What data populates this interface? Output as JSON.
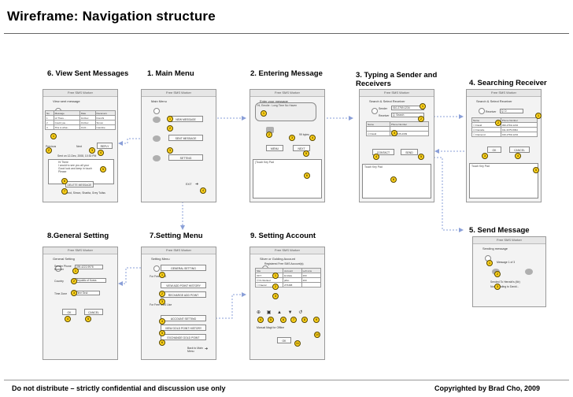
{
  "title": "Wireframe: Navigation structure",
  "footer": {
    "left": "Do not distribute – strictly confidential and discussion use only",
    "right": "Copyrighted by   Brad Cho, 2009"
  },
  "colors": {
    "marker": "#ffd21a",
    "arrow": "#8a9fd8"
  },
  "app_title": "Free SMS Worker",
  "screens": {
    "view_sent": {
      "label": "6. View Sent Messages",
      "menu_title": "View sent message",
      "table_headers": [
        "No",
        "Message",
        "Date",
        "Receivers"
      ],
      "rows": [
        [
          "1",
          "Hi There...",
          "12-Dec",
          "Dorothi"
        ],
        [
          "2",
          "Could you...",
          "13-Dec",
          "Simon"
        ],
        [
          "3",
          "This is what...",
          "13-D...",
          "Caroline"
        ]
      ],
      "previous": "Previous",
      "next": "Next",
      "reply": "REPLY",
      "detail_date": "Sent on 12-Dec, 2008, 10:30 PM",
      "detail_msg": "Hi There\nI would to see you all your\nGood luck and keep in touch\nPlease",
      "delete": "DELETE MESSAGE",
      "receivers": "Send, Simon, Sharita, Grey Tuliss"
    },
    "main_menu": {
      "label": "1. Main Menu",
      "menu_title": "Main Menu",
      "btn1": "NEW MESSAGE",
      "btn2": "SENT MESSAGE",
      "btn3": "SETTING",
      "exit": "EXIT"
    },
    "entering": {
      "label": "2. Entering Message",
      "menu_title": "Enter your message",
      "bubble": "Hi, Emolie : Long Time No Haven",
      "chars": "99 bytes",
      "menu": "MENU",
      "next": "NEXT",
      "keypad": "(Touch Key Pad"
    },
    "typing": {
      "label": "3. Typing a Sender and Receivers",
      "menu_title": "Search & Select Receiver",
      "sender_label": "Sender",
      "sender_value": "010-2769-1234",
      "receiver_label": "Receiver",
      "receiver_value": "Q. Search",
      "col_name": "Name",
      "col_phone": "Phone Number",
      "row1_name": "",
      "row1_phone": "",
      "row2_name": "☑ David",
      "row2_phone": "010-7935-2009",
      "contact": "CONTACT",
      "send": "SEND",
      "keypad": "Touch Key Pad"
    },
    "searching": {
      "label": "4. Searching Receiver",
      "menu_title": "Search & Select Receiver",
      "receiver_label": "Receiver",
      "receiver_value": "Q. D",
      "col_name": "Name",
      "col_phone": "Phone Number",
      "rows": [
        [
          "☐ David",
          "099-2769-1234"
        ],
        [
          "☑ Danielle",
          "011-3375-8394"
        ],
        [
          "☐ Diamond",
          "019-2769-1234"
        ]
      ],
      "ok": "OK",
      "cancel": "CANCEL",
      "keypad": "Touch Key Pad"
    },
    "send_msg": {
      "label": "5. Send Message",
      "menu_title": "Sending message",
      "count": "Message 1 of 3",
      "sent_to": "Sended To Herrabl's (Mr)",
      "sending": "Now Sending to David..."
    },
    "general": {
      "label": "8.General Setting",
      "menu_title": "General Setting",
      "sender_label": "Sender Phone Number",
      "sender_value": "099-4222-9978",
      "country_label": "Country",
      "country_value": "Republic of Korea",
      "time_label": "Time Zone",
      "time_value": "Time Seul",
      "ok": "OK",
      "cancel": "CANCEL"
    },
    "setting_menu": {
      "label": "7.Setting Menu",
      "menu_title": "Setting Menu",
      "sec1": "For Free SMS",
      "btn1": "GENERAL SETTING",
      "btn2": "VIEW ADD POINT HISTORY",
      "btn3": "RECHARGE ADD POINT",
      "sec2": "For Free SMS Use",
      "btn4": "ACCOUNT SETTING",
      "btn5": "VIEW GOLD POINT HISTORY",
      "btn6": "EXCHANGE GOLD POINT",
      "back": "Back to Main Menu"
    },
    "account": {
      "label": "9. Setting Account",
      "menu_title": "Silver or Golding Account",
      "registered": "Registered Free SMS Account(s)",
      "headers": [
        "Site",
        "Account",
        "Left sms"
      ],
      "rows": [
        [
          "OKT",
          "Emilala",
          "260"
        ],
        [
          "☑ Kt-Worked",
          "jklbo",
          "200"
        ],
        [
          "☐ Naeral",
          "Z76488",
          ""
        ]
      ],
      "manual": "Manual  Magt for Offline",
      "ok": "OK"
    }
  },
  "markers": {
    "view_sent": [
      "1",
      "2",
      "3",
      "4",
      "5",
      "6",
      "7"
    ],
    "main_menu": [
      "1",
      "2",
      "3",
      "4"
    ],
    "entering": [
      "1",
      "2",
      "3",
      "4",
      "5",
      "6"
    ],
    "typing": [
      "1",
      "2",
      "3",
      "4",
      "5",
      "6"
    ],
    "searching": [
      "1",
      "2",
      "3",
      "4",
      "5"
    ],
    "send_msg": [
      "1",
      "2",
      "3"
    ],
    "general": [
      "1",
      "2",
      "3",
      "4",
      "5"
    ],
    "setting_menu": [
      "1",
      "2",
      "3",
      "4",
      "5",
      "6"
    ],
    "account": [
      "1",
      "2",
      "3",
      "4",
      "5",
      "6",
      "7",
      "8",
      "9",
      "10",
      "11"
    ]
  }
}
